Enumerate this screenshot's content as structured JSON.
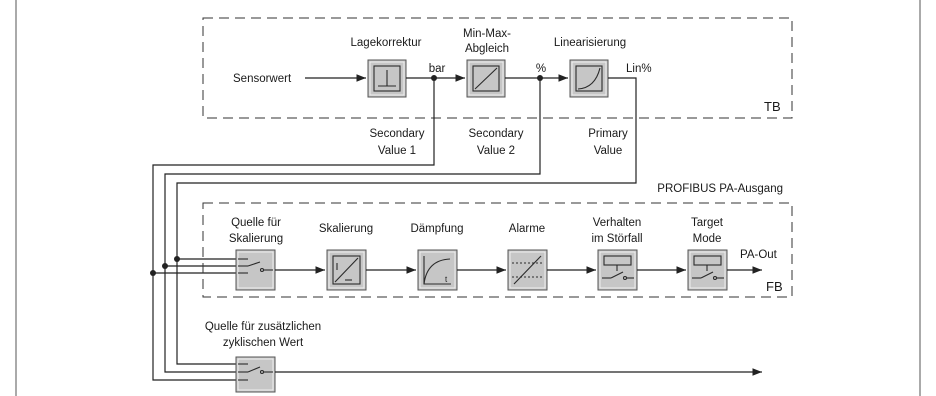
{
  "tb": {
    "tag": "TB",
    "input_label": "Sensorwert",
    "blocks": [
      {
        "lines": [
          "Lagekorrektur"
        ],
        "icon": "zero-correction-icon"
      },
      {
        "lines": [
          "Min-Max-",
          "Abgleich"
        ],
        "icon": "linear-ramp-icon"
      },
      {
        "lines": [
          "Linearisierung"
        ],
        "icon": "linearization-curve-icon"
      }
    ],
    "signal_units": [
      "bar",
      "%",
      "Lin%"
    ],
    "output_values": [
      {
        "lines": [
          "Secondary",
          "Value 1"
        ]
      },
      {
        "lines": [
          "Secondary",
          "Value 2"
        ]
      },
      {
        "lines": [
          "Primary",
          "Value"
        ]
      }
    ]
  },
  "fb": {
    "tag": "FB",
    "section_title": "PROFIBUS PA-Ausgang",
    "blocks": [
      {
        "lines": [
          "Quelle für",
          "Skalierung"
        ],
        "icon": "source-switch-icon"
      },
      {
        "lines": [
          "Skalierung"
        ],
        "icon": "scaling-icon"
      },
      {
        "lines": [
          "Dämpfung"
        ],
        "icon": "damping-icon",
        "icon_text": "t"
      },
      {
        "lines": [
          "Alarme"
        ],
        "icon": "alarm-limits-icon"
      },
      {
        "lines": [
          "Verhalten",
          "im Störfall"
        ],
        "icon": "failsafe-switch-icon"
      },
      {
        "lines": [
          "Target",
          "Mode"
        ],
        "icon": "target-mode-switch-icon"
      }
    ],
    "output_label": "PA-Out"
  },
  "cyclic_source": {
    "lines": [
      "Quelle für zusätzlichen",
      "zyklischen Wert"
    ],
    "icon": "source-switch-icon"
  },
  "colors": {
    "block_fill": "#c6c6c6",
    "line": "#222222",
    "background": "#ffffff"
  }
}
